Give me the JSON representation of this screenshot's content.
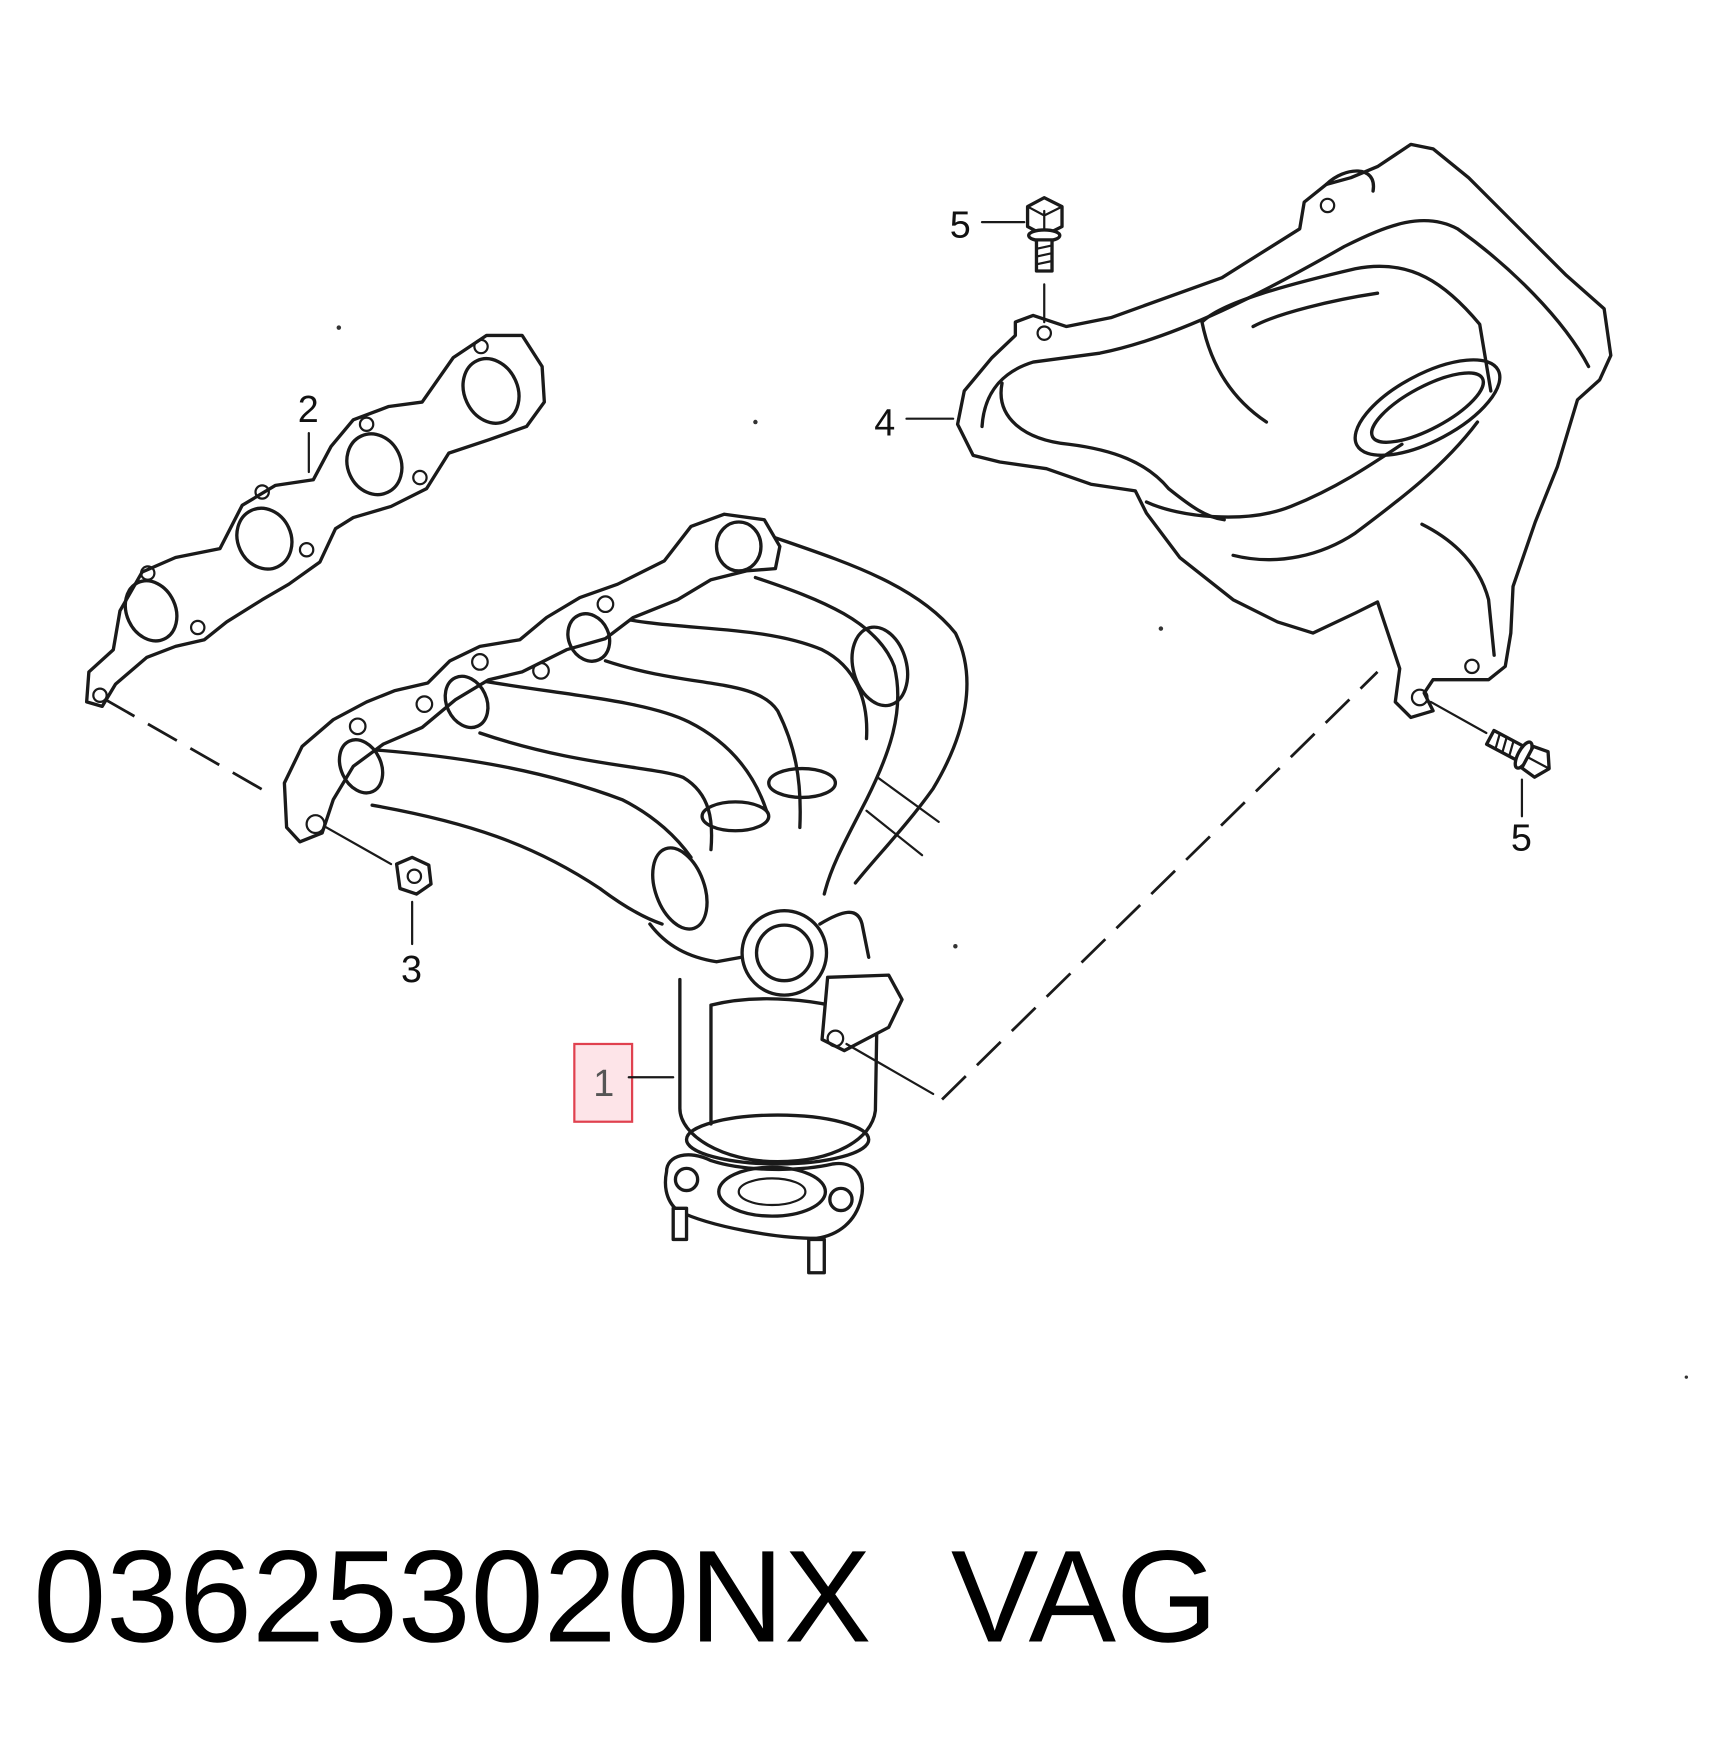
{
  "diagram": {
    "callouts": {
      "c1": "1",
      "c2": "2",
      "c3": "3",
      "c4": "4",
      "c5_top": "5",
      "c5_bottom": "5"
    },
    "selected_callout": "1",
    "highlight_fill": "#fde4e8",
    "highlight_stroke": "#e0414f"
  },
  "caption": {
    "part_number": "036253020NX",
    "brand": "VAG"
  }
}
